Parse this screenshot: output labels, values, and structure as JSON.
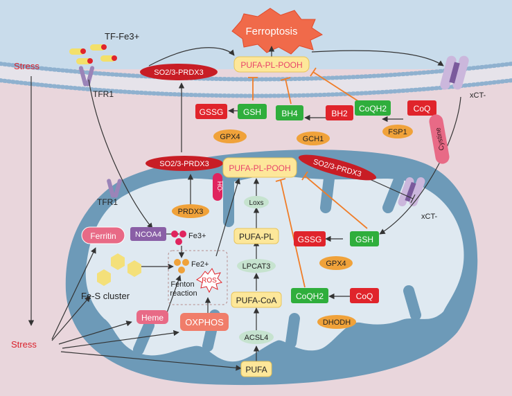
{
  "labels": {
    "ferroptosis": "Ferroptosis",
    "tf_fe3": "TF-Fe3+",
    "tfr1_top": "TFR1",
    "tfr1_mid": "TFR1",
    "stress_top": "Stress",
    "stress_bottom": "Stress",
    "xct_top": "xCT-",
    "xct_mid": "xCT-",
    "cystine": "Cystine",
    "so2_prdx3_top": "SO2/3-PRDX3",
    "so2_prdx3_mito_left": "SO2/3-PRDX3",
    "so2_prdx3_mito_right": "SO2/3-PRDX3",
    "pufa_pl_pooh_top": "PUFA-PL-POOH",
    "pufa_pl_pooh_mito": "PUFA-PL-POOH",
    "gssg_top": "GSSG",
    "gsh_top": "GSH",
    "gpx4_top": "GPX4",
    "bh4": "BH4",
    "bh2": "BH2",
    "gch1": "GCH1",
    "coqh2_top": "CoQH2",
    "coq_top": "CoQ",
    "fsp1": "FSP1",
    "ho": "HO·",
    "prdx3": "PRDX3",
    "loxs": "Loxs",
    "pufa_pl": "PUFA-PL",
    "lpcat3": "LPCAT3",
    "pufa_coa": "PUFA-CoA",
    "acsl4": "ACSL4",
    "pufa": "PUFA",
    "gssg_mito": "GSSG",
    "gsh_mito": "GSH",
    "gpx4_mito": "GPX4",
    "coqh2_mito": "CoQH2",
    "coq_mito": "CoQ",
    "dhodh": "DHODH",
    "ferritin": "Ferritin",
    "ncoa4": "NCOA4",
    "fe3": "Fe3+",
    "fe2": "Fe2+",
    "fes_cluster": "Fe-S cluster",
    "fenton_reaction": "Fenton\nreaction",
    "ros": "ROS",
    "heme": "Heme",
    "oxphos": "OXPHOS"
  },
  "colors": {
    "stress": "#d9202a",
    "red_box": "#e0242b",
    "green_box": "#2fae3c",
    "orange_oval": "#f0a23a",
    "yellow_box": "#fde79a",
    "yellow_box_border": "#e8c45a",
    "pink_text": "#e8436a",
    "mito_outer": "#6d9ab8",
    "mito_inner": "#dfe9f1",
    "purple": "#7a5a9c",
    "inhibit": "#f07d28",
    "ferritin_pink": "#e86a86",
    "membrane_head": "#9ab6cf"
  }
}
